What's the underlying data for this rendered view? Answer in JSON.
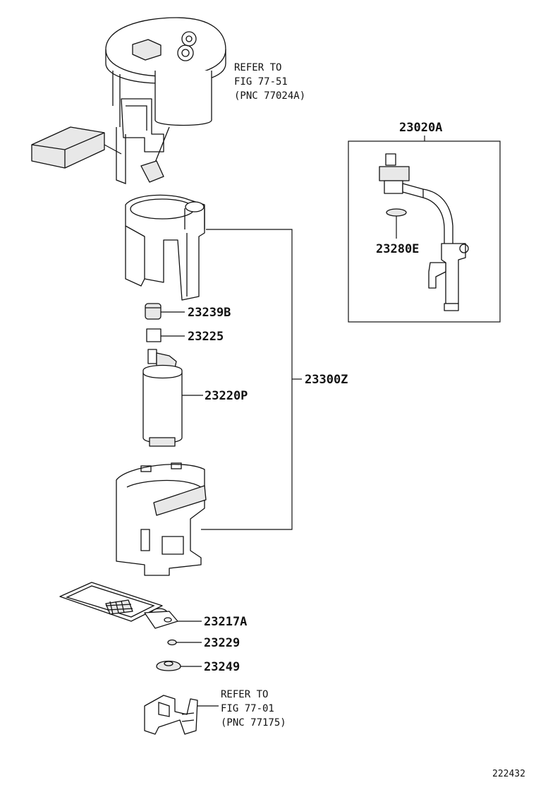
{
  "parts": {
    "ref_top": {
      "line1": "REFER TO",
      "line2": "FIG 77-51",
      "line3": "(PNC 77024A)"
    },
    "p23020A": "23020A",
    "p23280E": "23280E",
    "p23239B": "23239B",
    "p23225": "23225",
    "p23220P": "23220P",
    "p23300Z": "23300Z",
    "p23217A": "23217A",
    "p23229": "23229",
    "p23249": "23249",
    "ref_bottom": {
      "line1": "REFER TO",
      "line2": "FIG 77-01",
      "line3": "(PNC 77175)"
    }
  },
  "footer": {
    "diagram_id": "222432"
  }
}
